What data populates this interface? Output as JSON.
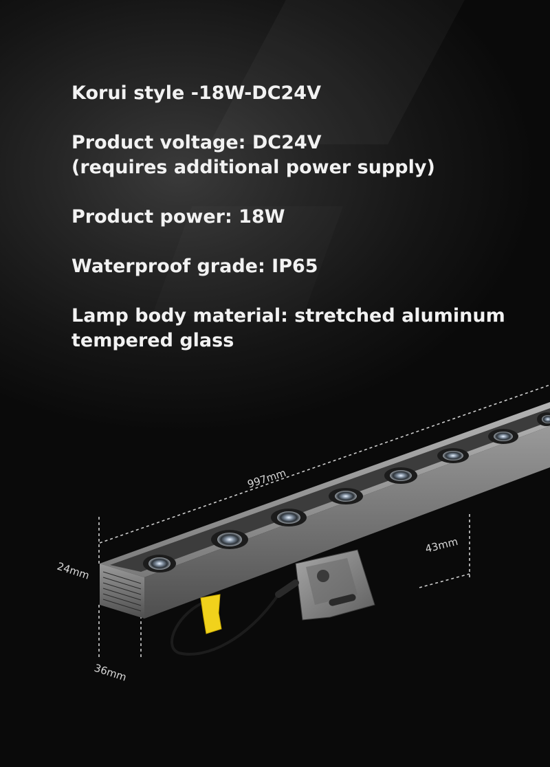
{
  "specs": {
    "title": "Korui style  -18W-DC24V",
    "voltage_line1": "Product voltage: DC24V",
    "voltage_line2": "(requires additional power supply)",
    "power": "Product power: 18W",
    "waterproof": "Waterproof grade: IP65",
    "material_line1": "Lamp body material: stretched aluminum",
    "material_line2": "tempered glass"
  },
  "dimensions": {
    "length": "997mm",
    "height": "43mm",
    "depth": "24mm",
    "width": "36mm"
  },
  "colors": {
    "text": "#f2f2f2",
    "background": "#0b0b0b",
    "lamp_body": "#8a8a8a",
    "connector": "#f1d21c"
  }
}
